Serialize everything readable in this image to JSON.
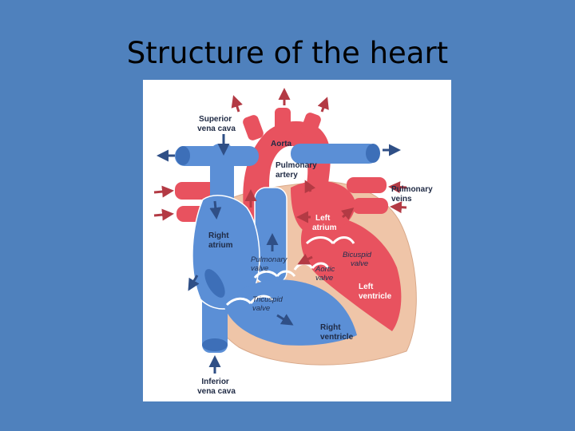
{
  "slide": {
    "title": "Structure of the heart"
  },
  "colors": {
    "background": "#4f81bd",
    "oxygenated_red": "#e8525f",
    "deoxygenated_blue": "#5b8fd6",
    "arrow_red": "#b33a44",
    "arrow_blue": "#2f4f86"
  },
  "labels": {
    "superior_vena_cava": [
      "Superior",
      "vena cava"
    ],
    "aorta": "Aorta",
    "pulmonary_artery": [
      "Pulmonary",
      "artery"
    ],
    "pulmonary_veins": [
      "Pulmonary",
      "veins"
    ],
    "left_atrium": [
      "Left",
      "atrium"
    ],
    "right_atrium": [
      "Right",
      "atrium"
    ],
    "pulmonary_valve": [
      "Pulmonary",
      "valve"
    ],
    "bicuspid_valve": [
      "Bicuspid",
      "valve"
    ],
    "aortic_valve": [
      "Aortic",
      "valve"
    ],
    "left_ventricle": [
      "Left",
      "ventricle"
    ],
    "tricuspid_valve": [
      "Tricuspid",
      "valve"
    ],
    "right_ventricle": [
      "Right",
      "ventricle"
    ],
    "inferior_vena_cava": [
      "Inferior",
      "vena cava"
    ]
  }
}
